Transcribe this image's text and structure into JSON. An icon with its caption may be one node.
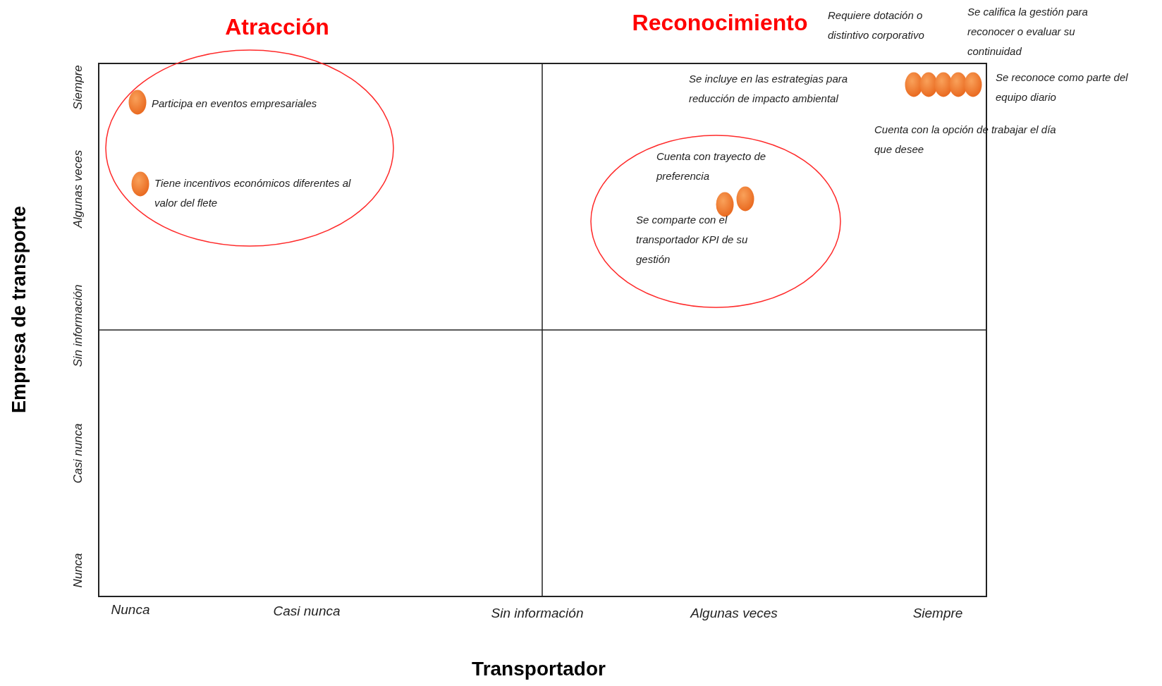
{
  "diagram": {
    "nodes": [
      {
        "text": [
          "Atracción",
          "Participa en eventos empresariales",
          "Tiene incentivos económicos diferentes al valor del flete"
        ]
      },
      {
        "text": [
          "Cuenta con trayecto de preferencia",
          "Se comparte con el transportador KPI de su gestión"
        ]
      }
    ],
    "edges": [],
    "labels": [
      "Reconocimiento",
      "Requiere dotación o distintivo corporativo",
      "Se califica la gestión para reconocer o evaluar su continuidad",
      "Se incluye en las estrategias para reducción de impacto ambiental",
      "Se reconoce como parte del equipo diario",
      "Cuenta con la opción de trabajar el día que desee",
      "Siempre",
      "Algunas veces",
      "Sin información",
      "Casi nunca",
      "Nunca",
      "Empresa de transporte",
      "Nunca",
      "Casi nunca",
      "Sin información",
      "Algunas veces",
      "Siempre",
      "Transportador"
    ]
  }
}
